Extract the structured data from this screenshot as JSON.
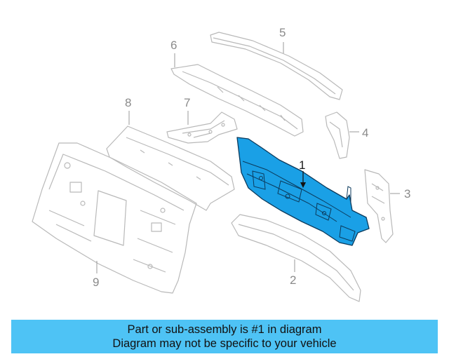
{
  "callouts": {
    "p1": "1",
    "p2": "2",
    "p3": "3",
    "p4": "4",
    "p5": "5",
    "p6": "6",
    "p7": "7",
    "p8": "8",
    "p9": "9"
  },
  "caption": {
    "line1": "Part or sub-assembly is #1 in diagram",
    "line2": "Diagram may not be specific to your vehicle"
  },
  "highlighted_part": "1",
  "colors": {
    "highlight": "#1aa0e6",
    "outline": "#b9b9b9",
    "caption_bg": "#4ec3f5"
  }
}
